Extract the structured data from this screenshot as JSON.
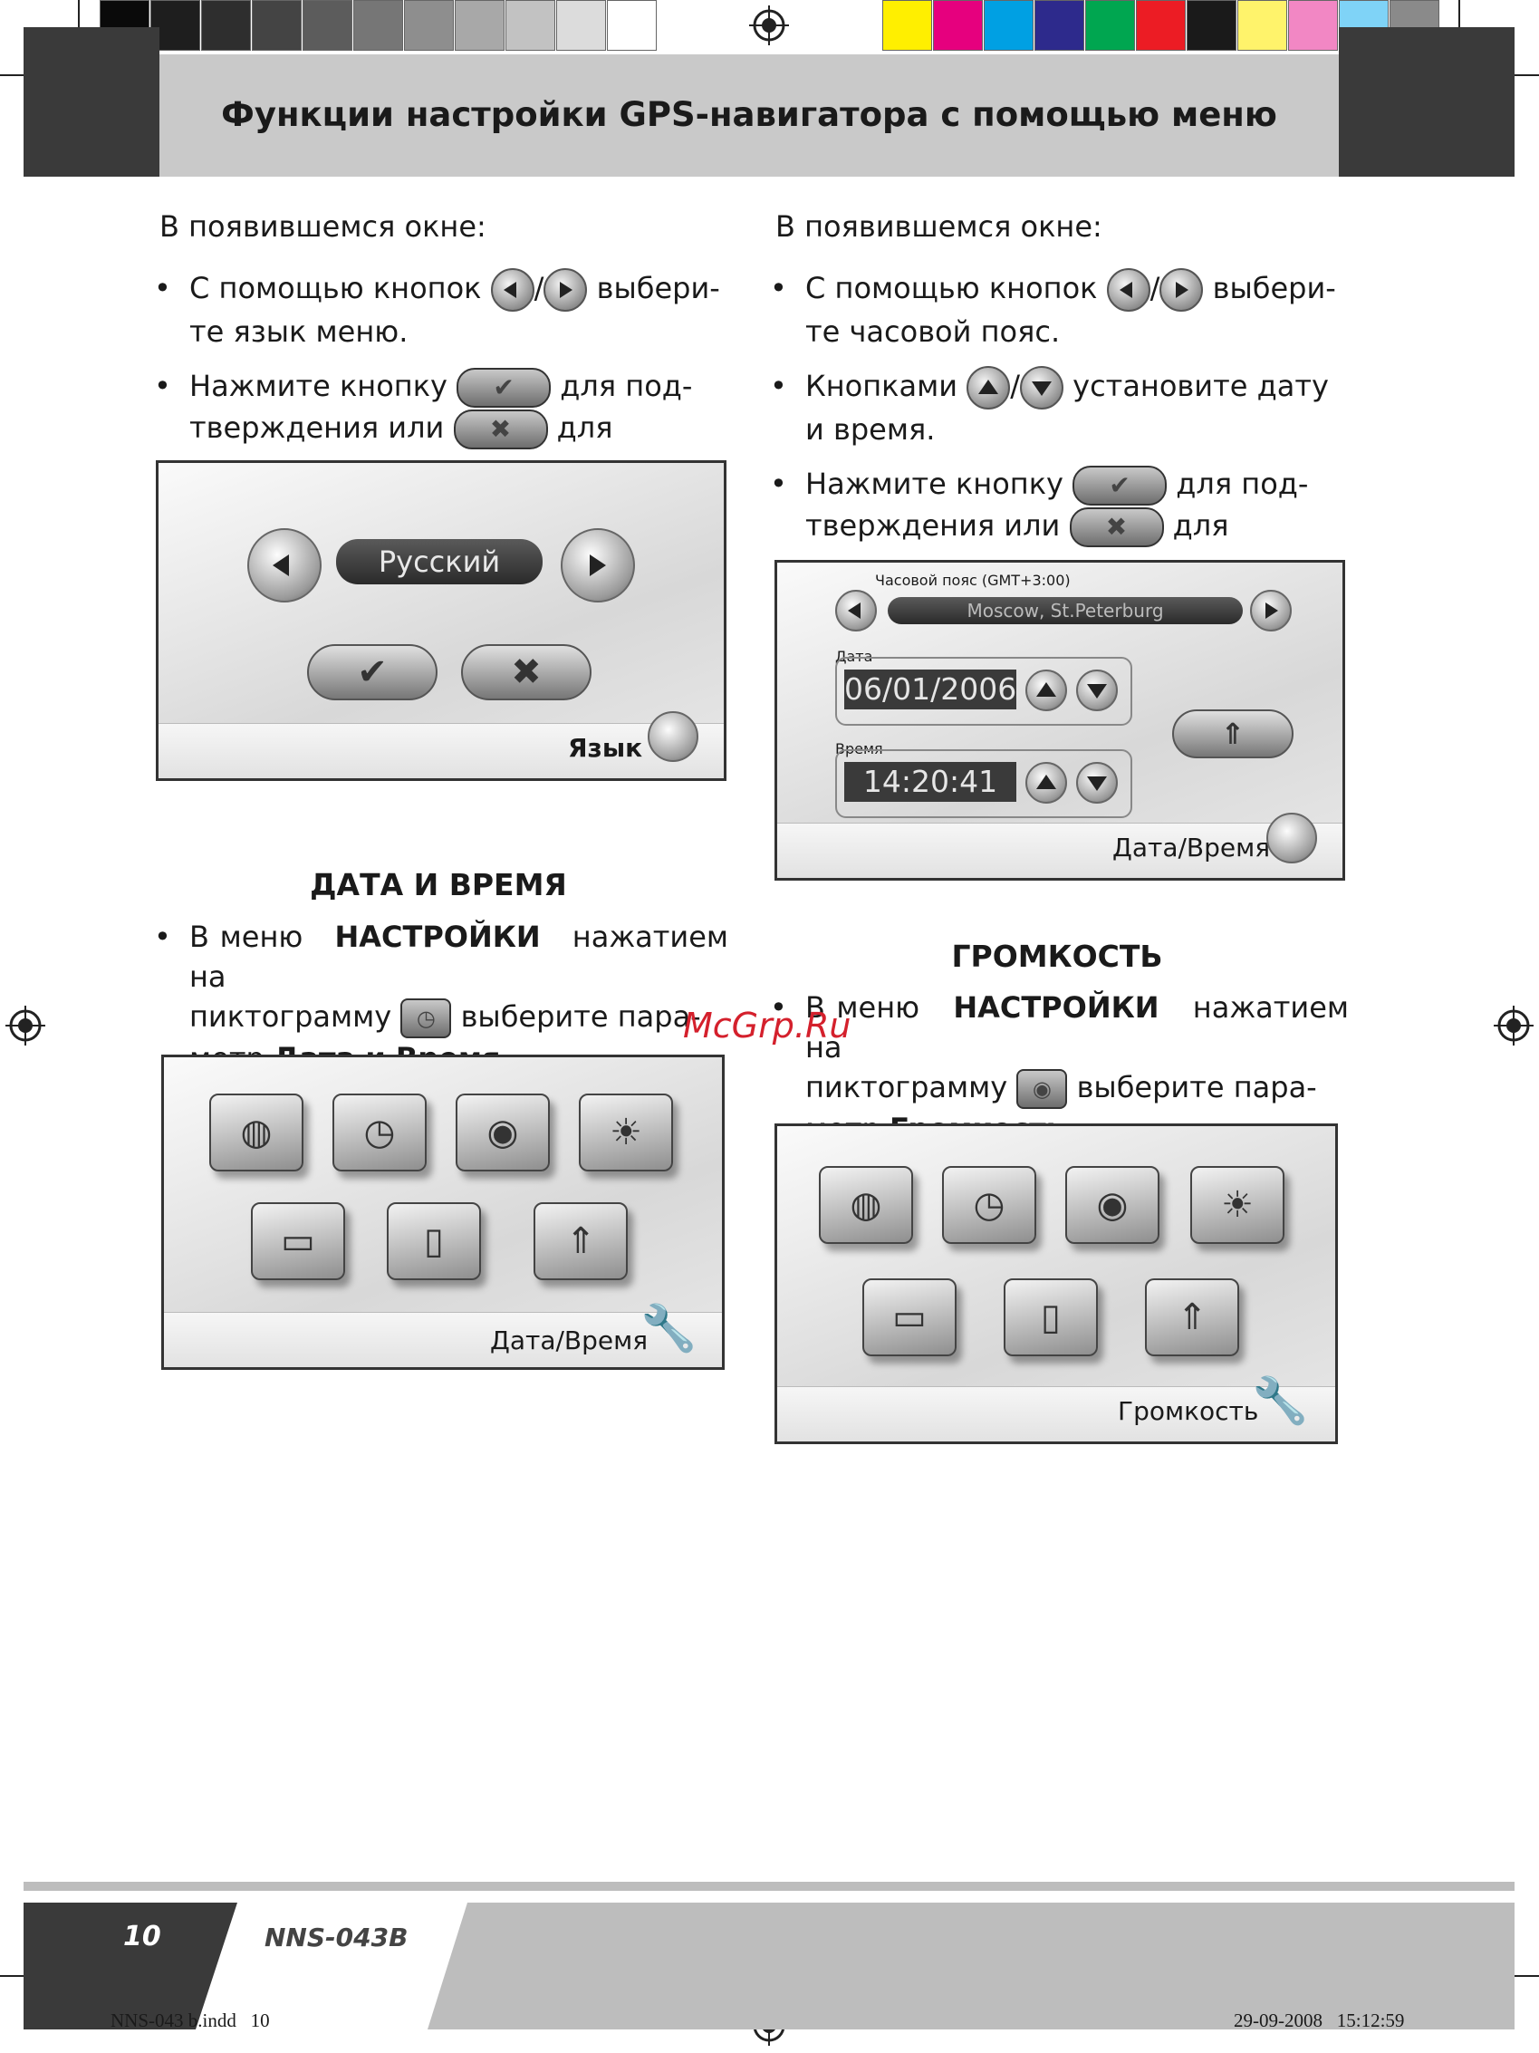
{
  "header": {
    "title": "Функции настройки GPS-навигатора с помощью меню"
  },
  "colors": {
    "gray_swatches": [
      "#0a0a0a",
      "#1e1e1e",
      "#2e2e2e",
      "#444444",
      "#5c5c5c",
      "#767676",
      "#8e8e8e",
      "#a8a8a8",
      "#c2c2c2",
      "#dcdcdc",
      "#ffffff"
    ],
    "color_swatches": [
      "#ffef00",
      "#e6007e",
      "#00a0e3",
      "#2d2a8c",
      "#00a650",
      "#ec1c24",
      "#1a1a1a",
      "#fff36b",
      "#f287c4",
      "#7fd3f7",
      "#8a8a8a"
    ]
  },
  "left": {
    "intro": "В появившемся окне:",
    "b1_pre": "С помощью кнопок",
    "b1_slash": "/",
    "b1_post": "выбери-",
    "b1_line2": "те язык меню.",
    "b2_pre": "Нажмите кнопку",
    "b2_mid": "для под-",
    "b2_line2_pre": "тверждения или",
    "b2_line2_post": "для отмены.",
    "screen1": {
      "language": "Русский",
      "footer_label": "Язык"
    },
    "section_title": "ДАТА И ВРЕМЯ",
    "b3_pre": "В меню",
    "b3_bold": "НАСТРОЙКИ",
    "b3_post": "нажатием на",
    "b3_line2_pre": "пиктограмму",
    "b3_line2_post": "выберите пара-",
    "b3_line3_pre": "метр",
    "b3_line3_bold": "Дата и Время.",
    "screen2": {
      "footer_label": "Дата/Время"
    }
  },
  "right": {
    "intro": "В появившемся окне:",
    "b1_pre": "С помощью кнопок",
    "b1_slash": "/",
    "b1_post": "выбери-",
    "b1_line2": "те часовой пояс.",
    "b2_pre": "Кнопками",
    "b2_slash": "/",
    "b2_post": "установите дату",
    "b2_line2": "и время.",
    "b3_pre": "Нажмите кнопку",
    "b3_mid": "для под-",
    "b3_line2_pre": "тверждения или",
    "b3_line2_post": "для отмены.",
    "screen1": {
      "tz_label": "Часовой пояс (GMT+3:00)",
      "tz_value": "Moscow, St.Peterburg",
      "date_label": "Дата",
      "date_value": "06/01/2006",
      "time_label": "Время",
      "time_value": "14:20:41",
      "footer_label": "Дата/Время"
    },
    "section_title": "ГРОМКОСТЬ",
    "b4_pre": "В меню",
    "b4_bold": "НАСТРОЙКИ",
    "b4_post": "нажатием на",
    "b4_line2_pre": "пиктограмму",
    "b4_line2_post": "выберите пара-",
    "b4_line3_pre": "метр",
    "b4_line3_bold": "Громкость",
    "b4_line3_dot": ".",
    "screen2": {
      "footer_label": "Громкость"
    }
  },
  "watermark": "McGrp.Ru",
  "footer": {
    "page_number": "10",
    "model": "NNS-043B",
    "file_info": "NNS-043 b.indd   10",
    "timestamp": "29-09-2008   15:12:59"
  }
}
